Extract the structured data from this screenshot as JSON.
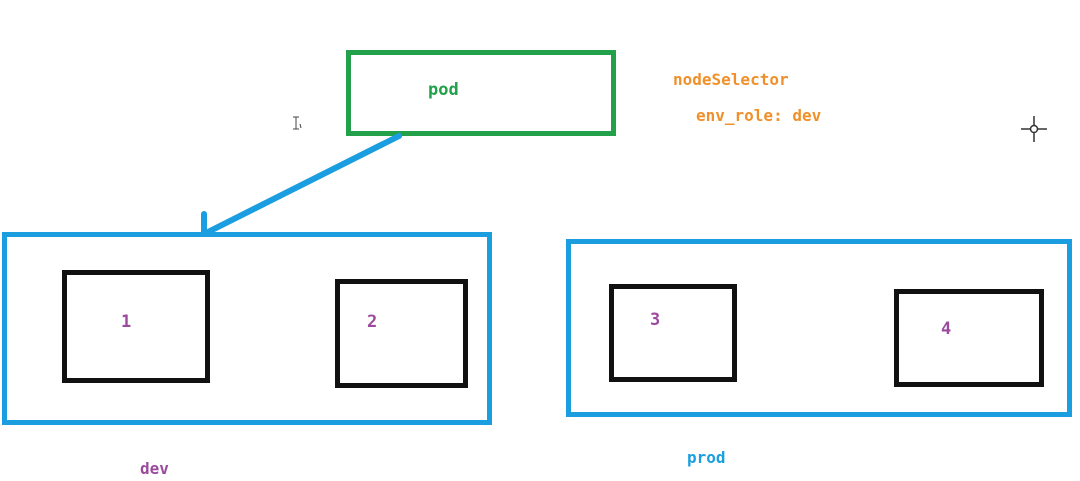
{
  "pod": {
    "label": "pod",
    "color": "#23a04a"
  },
  "node_selector": {
    "key_label": "nodeSelector",
    "value_label": "env_role: dev",
    "color": "#f0902a"
  },
  "environments": {
    "dev": {
      "label": "dev",
      "label_color": "#9b4a9e",
      "border_color": "#1a9ee0"
    },
    "prod": {
      "label": "prod",
      "label_color": "#1a9ee0",
      "border_color": "#1a9ee0"
    }
  },
  "nodes": [
    {
      "label": "1",
      "environment": "dev"
    },
    {
      "label": "2",
      "environment": "dev"
    },
    {
      "label": "3",
      "environment": "prod"
    },
    {
      "label": "4",
      "environment": "prod"
    }
  ],
  "arrow": {
    "from": "pod",
    "to": "dev",
    "color": "#1a9ee0"
  },
  "icons": {
    "text_cursor": "i-beam-cursor-icon",
    "crosshair_cursor": "crosshair-cursor-icon"
  }
}
